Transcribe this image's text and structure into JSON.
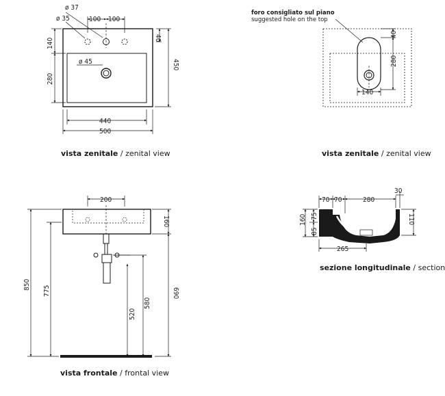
{
  "captions": {
    "top_left": {
      "bold": "vista zenitale",
      "sep": " / ",
      "light": "zenital view"
    },
    "top_right": {
      "bold": "vista zenitale",
      "sep": " / ",
      "light": "zenital view"
    },
    "bottom_left": {
      "bold": "vista frontale",
      "sep": " / ",
      "light": "frontal view"
    },
    "bottom_right": {
      "bold": "sezione longitudinale",
      "sep": " / ",
      "light": "section"
    }
  },
  "note": {
    "it": "foro consigliato sul piano",
    "en": "suggested hole on the top"
  },
  "dims": {
    "tl_d37": "ø 37",
    "tl_d35": "ø 35",
    "tl_100a": "100",
    "tl_100b": "100",
    "tl_40": "40",
    "tl_140": "140",
    "tl_280": "280",
    "tl_450": "450",
    "tl_d45": "ø 45",
    "tl_440": "440",
    "tl_500": "500",
    "tr_40": "40",
    "tr_280": "280",
    "tr_140": "140",
    "bl_200": "200",
    "bl_160": "160",
    "bl_850": "850",
    "bl_775": "775",
    "bl_520": "520",
    "bl_580": "580",
    "bl_690": "690",
    "br_70a": "70",
    "br_70b": "70",
    "br_280": "280",
    "br_30": "30",
    "br_160": "160",
    "br_75": "75",
    "br_85": "85",
    "br_110": "110",
    "br_265": "265"
  }
}
